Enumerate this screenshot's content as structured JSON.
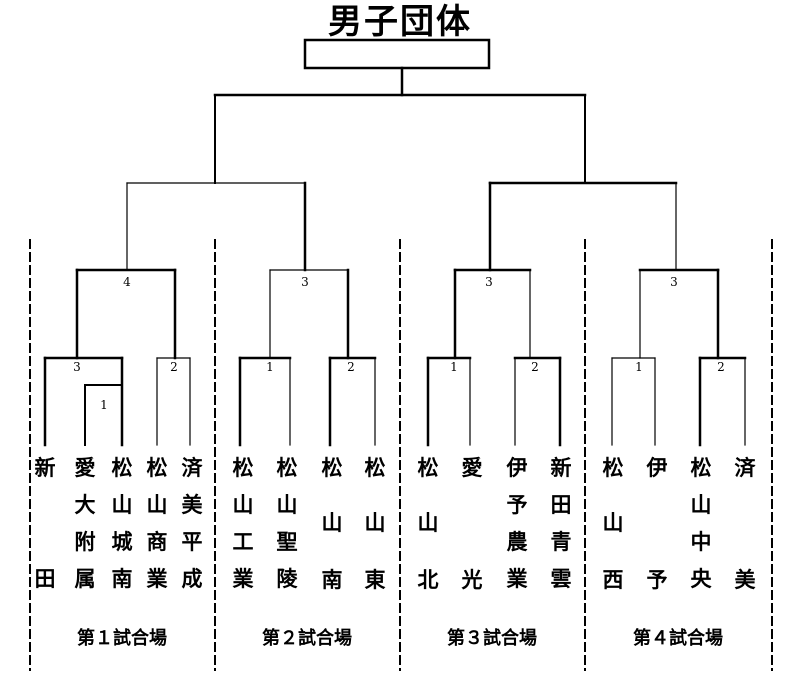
{
  "title": "男子団体",
  "venues": [
    "第１試合場",
    "第２試合場",
    "第３試合場",
    "第４試合場"
  ],
  "teams": [
    [
      "新",
      "",
      "",
      "田"
    ],
    [
      "愛",
      "大",
      "附",
      "属"
    ],
    [
      "松",
      "山",
      "城",
      "南"
    ],
    [
      "松",
      "山",
      "商",
      "業"
    ],
    [
      "済",
      "美",
      "平",
      "成"
    ],
    [
      "松",
      "山",
      "工",
      "業"
    ],
    [
      "松",
      "山",
      "聖",
      "陵"
    ],
    [
      "松",
      "山",
      "南"
    ],
    [
      "松",
      "山",
      "東"
    ],
    [
      "松",
      "山",
      "北"
    ],
    [
      "愛",
      "光"
    ],
    [
      "伊",
      "予",
      "農",
      "業"
    ],
    [
      "新",
      "田",
      "青",
      "雲"
    ],
    [
      "松",
      "山",
      "西"
    ],
    [
      "伊",
      "予"
    ],
    [
      "松",
      "山",
      "中",
      "央"
    ],
    [
      "済",
      "美"
    ]
  ],
  "match_numbers": {
    "v1_r1": "1",
    "v1_a": "3",
    "v1_b": "2",
    "v1_final": "4",
    "v2_a": "1",
    "v2_b": "2",
    "v2_final": "3",
    "v3_a": "1",
    "v3_b": "2",
    "v3_final": "3",
    "v4_a": "1",
    "v4_b": "2",
    "v4_final": "3"
  }
}
